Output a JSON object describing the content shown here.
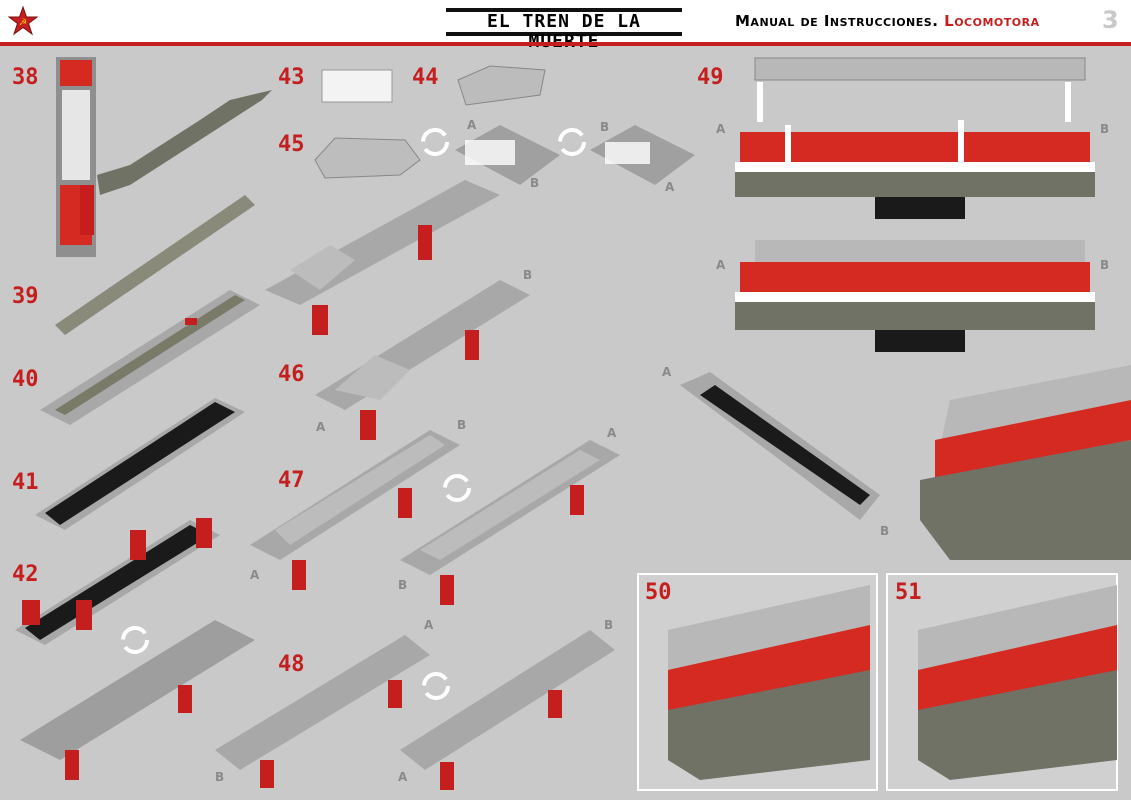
{
  "header": {
    "title": "EL TREN DE LA MUERTE",
    "subtitle": "Manual de Instrucciones.",
    "subtitle_highlight": "Locomotora",
    "page_number": "3",
    "logo": "soviet-star-hammer-sickle-icon"
  },
  "steps": [
    "38",
    "39",
    "40",
    "41",
    "42",
    "43",
    "44",
    "45",
    "46",
    "47",
    "48",
    "49",
    "50",
    "51"
  ],
  "labels": {
    "a": "A",
    "b": "B"
  },
  "colors": {
    "accent": "#c41e1e",
    "background": "#c9c9c9",
    "brick_gray": "#9e9e9e",
    "brick_black": "#1a1a1a",
    "brick_olive": "#6f7265"
  }
}
